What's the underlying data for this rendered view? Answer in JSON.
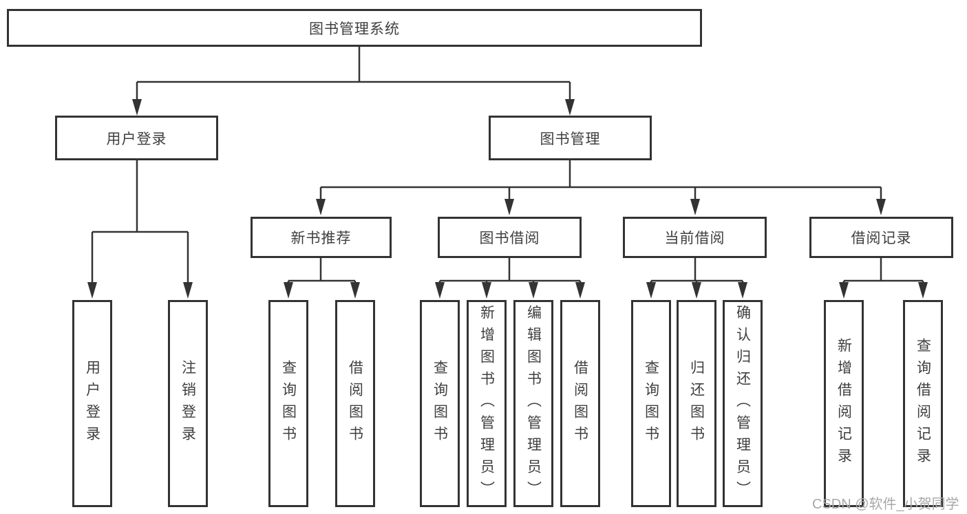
{
  "colors": {
    "line": "#333333",
    "box_border": "#333333",
    "text": "#3f3f3f",
    "watermark": "#a8a8a8",
    "background": "#ffffff"
  },
  "tree": {
    "root": "图书管理系统",
    "branches": [
      {
        "label": "用户登录",
        "children": [
          {
            "label": "用户登录"
          },
          {
            "label": "注销登录"
          }
        ]
      },
      {
        "label": "图书管理",
        "children": [
          {
            "label": "新书推荐",
            "children": [
              {
                "label": "查询图书"
              },
              {
                "label": "借阅图书"
              }
            ]
          },
          {
            "label": "图书借阅",
            "children": [
              {
                "label": "查询图书"
              },
              {
                "label": "新增图书（管理员）"
              },
              {
                "label": "编辑图书（管理员）"
              },
              {
                "label": "借阅图书"
              }
            ]
          },
          {
            "label": "当前借阅",
            "children": [
              {
                "label": "查询图书"
              },
              {
                "label": "归还图书"
              },
              {
                "label": "确认归还（管理员）"
              }
            ]
          },
          {
            "label": "借阅记录",
            "children": [
              {
                "label": "新增借阅记录"
              },
              {
                "label": "查询借阅记录"
              }
            ]
          }
        ]
      }
    ]
  },
  "watermark": {
    "text": "CSDN @软件_小贺同学"
  }
}
